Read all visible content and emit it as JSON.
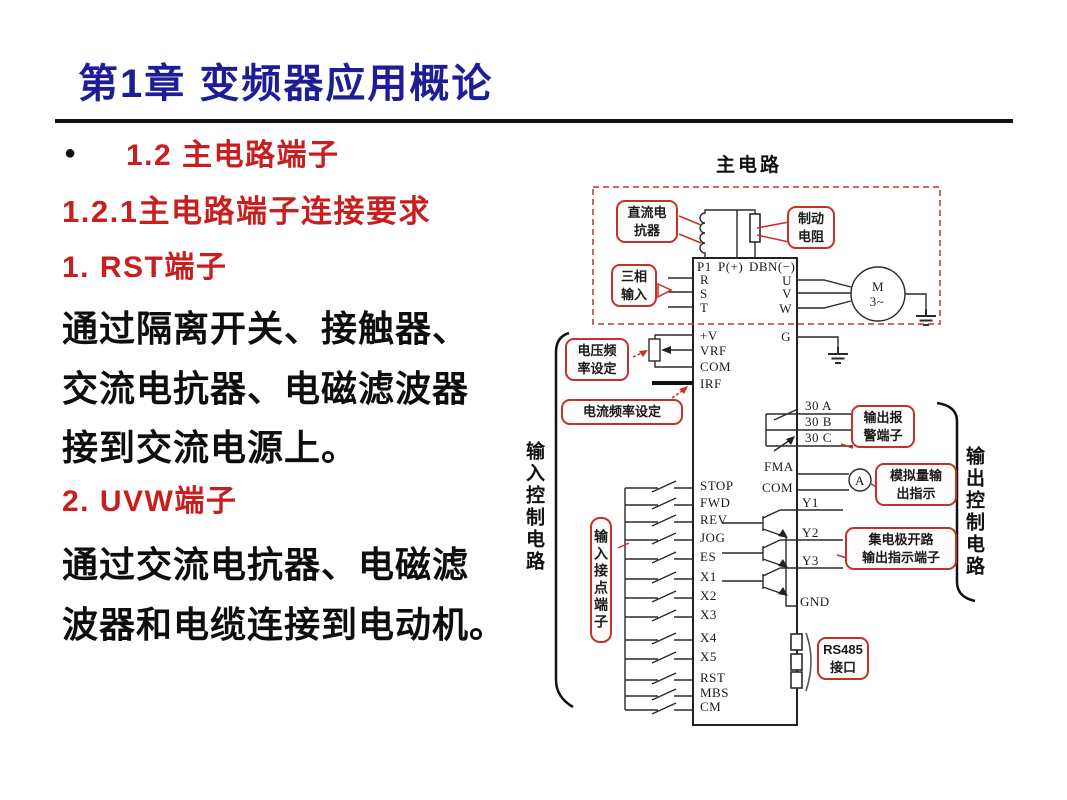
{
  "slide": {
    "title": "第1章 变频器应用概论",
    "bullet_glyph": "●",
    "section_heading": "1.2  主电路端子",
    "subsection_heading": "1.2.1主电路端子连接要求",
    "item1_heading": "1. RST端子",
    "item1_lines": [
      "通过隔离开关、接触器、",
      "交流电抗器、电磁滤波器",
      "接到交流电源上。"
    ],
    "item2_heading": "2. UVW端子",
    "item2_lines": [
      "通过交流电抗器、电磁滤",
      "波器和电缆连接到电动机。"
    ]
  },
  "diagram": {
    "title": "主电路",
    "terminals": {
      "p1": "P1",
      "p_plus": "P(+)",
      "db": "DB",
      "n_minus": "N(−)",
      "r": "R",
      "s": "S",
      "t": "T",
      "u": "U",
      "v": "V",
      "w": "W",
      "g": "G",
      "plus_v": "+V",
      "vrf": "VRF",
      "com": "COM",
      "irf": "IRF",
      "relay_a": "30 A",
      "relay_b": "30 B",
      "relay_c": "30 C",
      "fma": "FMA",
      "fm_com": "COM",
      "y1": "Y1",
      "y2": "Y2",
      "y3": "Y3",
      "gnd": "GND"
    },
    "motor_label": "M",
    "motor_phase": "3~",
    "ammeter_label": "A",
    "input_terminals": [
      "STOP",
      "FWD",
      "REV",
      "JOG",
      "ES",
      "X1",
      "X2",
      "X3",
      "X4",
      "X5",
      "RST",
      "MBS",
      "CM"
    ],
    "callouts": {
      "dc_reactor": [
        "直流电",
        "抗器"
      ],
      "brake_resistor": [
        "制动",
        "电阻"
      ],
      "three_phase_input": [
        "三相",
        "输入"
      ],
      "voltage_freq_set": [
        "电压频",
        "率设定"
      ],
      "current_freq_set": "电流频率设定",
      "alarm_output": [
        "输出报",
        "警端子"
      ],
      "analog_output": [
        "模拟量输",
        "出指示"
      ],
      "open_collector": [
        "集电极开路",
        "输出指示端子"
      ],
      "rs485": [
        "RS485",
        "接口"
      ],
      "input_contact": "输入接点端子"
    },
    "side_labels": {
      "input": "输入控制电路",
      "output": "输出控制电路"
    },
    "colors": {
      "accent_red": "#c5302a",
      "title_blue": "#1d1d96",
      "line_black": "#2a2a2a"
    }
  }
}
